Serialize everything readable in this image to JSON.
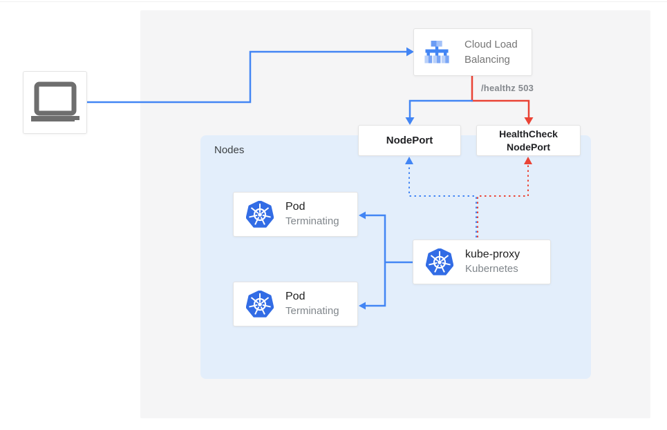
{
  "colors": {
    "blue": "#4285f4",
    "red": "#ea4335",
    "k8s_blue": "#326ce5",
    "panel_bg": "#f5f5f6",
    "nodes_bg": "#e3eefb"
  },
  "load_balancer": {
    "line1": "Cloud Load",
    "line2": "Balancing"
  },
  "edge_label_healthz": "/healthz 503",
  "node_port": {
    "label": "NodePort"
  },
  "health_check_node_port": {
    "line1": "HealthCheck",
    "line2": "NodePort"
  },
  "nodes_panel": {
    "label": "Nodes"
  },
  "pod_top": {
    "title": "Pod",
    "status": "Terminating"
  },
  "pod_bottom": {
    "title": "Pod",
    "status": "Terminating"
  },
  "kube_proxy": {
    "title": "kube-proxy",
    "subtitle": "Kubernetes"
  }
}
